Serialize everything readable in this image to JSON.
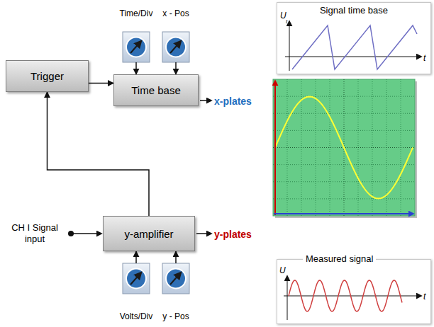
{
  "diagram": {
    "nodes": [
      {
        "text": [
          "Time/Div"
        ]
      },
      {
        "text": [
          "x - Pos"
        ]
      },
      {
        "text": [
          "Signal time base"
        ]
      },
      {
        "text": [
          "Trigger"
        ]
      },
      {
        "text": [
          "Time base"
        ]
      },
      {
        "text": [
          "y-amplifier"
        ]
      },
      {
        "text": [
          "Measured signal"
        ]
      },
      {
        "text": [
          "Volts/Div"
        ]
      },
      {
        "text": [
          "y - Pos"
        ]
      }
    ],
    "edges": [
      {
        "from": 0,
        "to": 4,
        "arrow": "to"
      },
      {
        "from": 1,
        "to": 4,
        "arrow": "to"
      },
      {
        "from": 3,
        "to": 4,
        "arrow": "to"
      },
      {
        "from": 5,
        "to": 3,
        "arrow": "to"
      },
      {
        "from": 7,
        "to": 5,
        "arrow": "to"
      },
      {
        "from": 8,
        "to": 5,
        "arrow": "to"
      }
    ],
    "labels": [
      "x-plates",
      "y-plates",
      "CH I Signal input",
      "U",
      "t",
      "t",
      "U",
      "t"
    ]
  }
}
